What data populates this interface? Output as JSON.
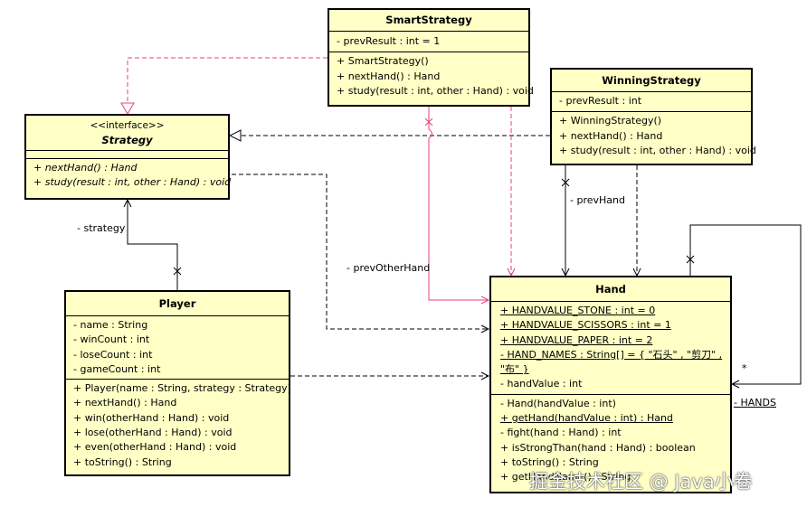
{
  "classes": {
    "smart": {
      "name": "SmartStrategy",
      "attributes": [
        "- prevResult : int = 1"
      ],
      "operations": [
        "+ SmartStrategy()",
        "+ nextHand() : Hand",
        "+ study(result : int, other : Hand) : void"
      ]
    },
    "winning": {
      "name": "WinningStrategy",
      "attributes": [
        "- prevResult : int"
      ],
      "operations": [
        "+ WinningStrategy()",
        "+ nextHand() : Hand",
        "+ study(result : int, other : Hand) : void"
      ]
    },
    "strategy": {
      "stereotype": "<<interface>>",
      "name": "Strategy",
      "operations": [
        "+ nextHand() : Hand",
        "+ study(result : int, other : Hand) : void"
      ]
    },
    "player": {
      "name": "Player",
      "attributes": [
        "- name : String",
        "- winCount : int",
        "- loseCount : int",
        "- gameCount : int"
      ],
      "operations": [
        "+ Player(name : String, strategy : Strategy)",
        "+ nextHand() : Hand",
        "+ win(otherHand : Hand) : void",
        "+ lose(otherHand : Hand) : void",
        "+ even(otherHand : Hand) : void",
        "+ toString() : String"
      ]
    },
    "hand": {
      "name": "Hand",
      "attributes": [
        "+ HANDVALUE_STONE : int = 0",
        "+ HANDVALUE_SCISSORS : int = 1",
        "+ HANDVALUE_PAPER : int = 2",
        "- HAND_NAMES : String[] = { \"石头\" , \"剪刀\" ,",
        "\"布\" }",
        "- handValue : int"
      ],
      "operations": [
        "- Hand(handValue : int)",
        "+ getHand(handValue : int) : Hand",
        "- fight(hand : Hand) : int",
        "+ isStrongThan(hand : Hand) : boolean",
        "+ toString() : String",
        "+ getHandName() : String"
      ]
    }
  },
  "labels": {
    "strategy_role": "- strategy",
    "prev_other_hand": "- prevOtherHand",
    "prev_hand": "- prevHand",
    "hands_role": "- HANDS",
    "multiplicity": "*",
    "nav_x": "x"
  },
  "watermark": "掘金技术社区 @ Java小卷",
  "colors": {
    "class_fill": "#ffffc6",
    "pink_link": "#e8407a",
    "line": "#000000"
  }
}
